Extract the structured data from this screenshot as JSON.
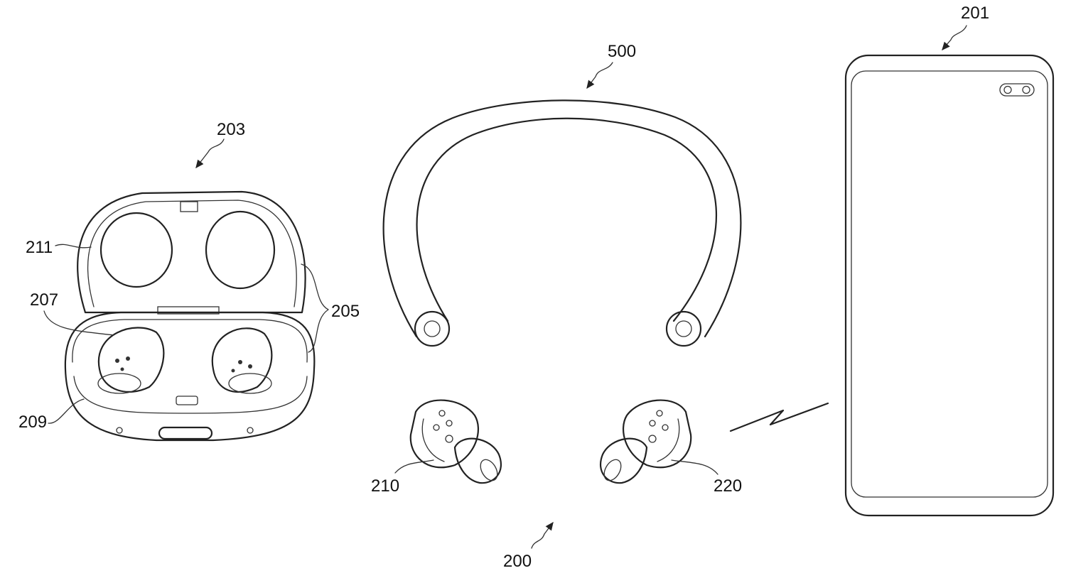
{
  "labels": {
    "phone": "201",
    "neckband": "500",
    "case": "203",
    "case_inner": "211",
    "earbud_slot": "207",
    "case_halves": "205",
    "case_base": "209",
    "earbud_left": "210",
    "earbud_right": "220",
    "earbud_set": "200"
  }
}
